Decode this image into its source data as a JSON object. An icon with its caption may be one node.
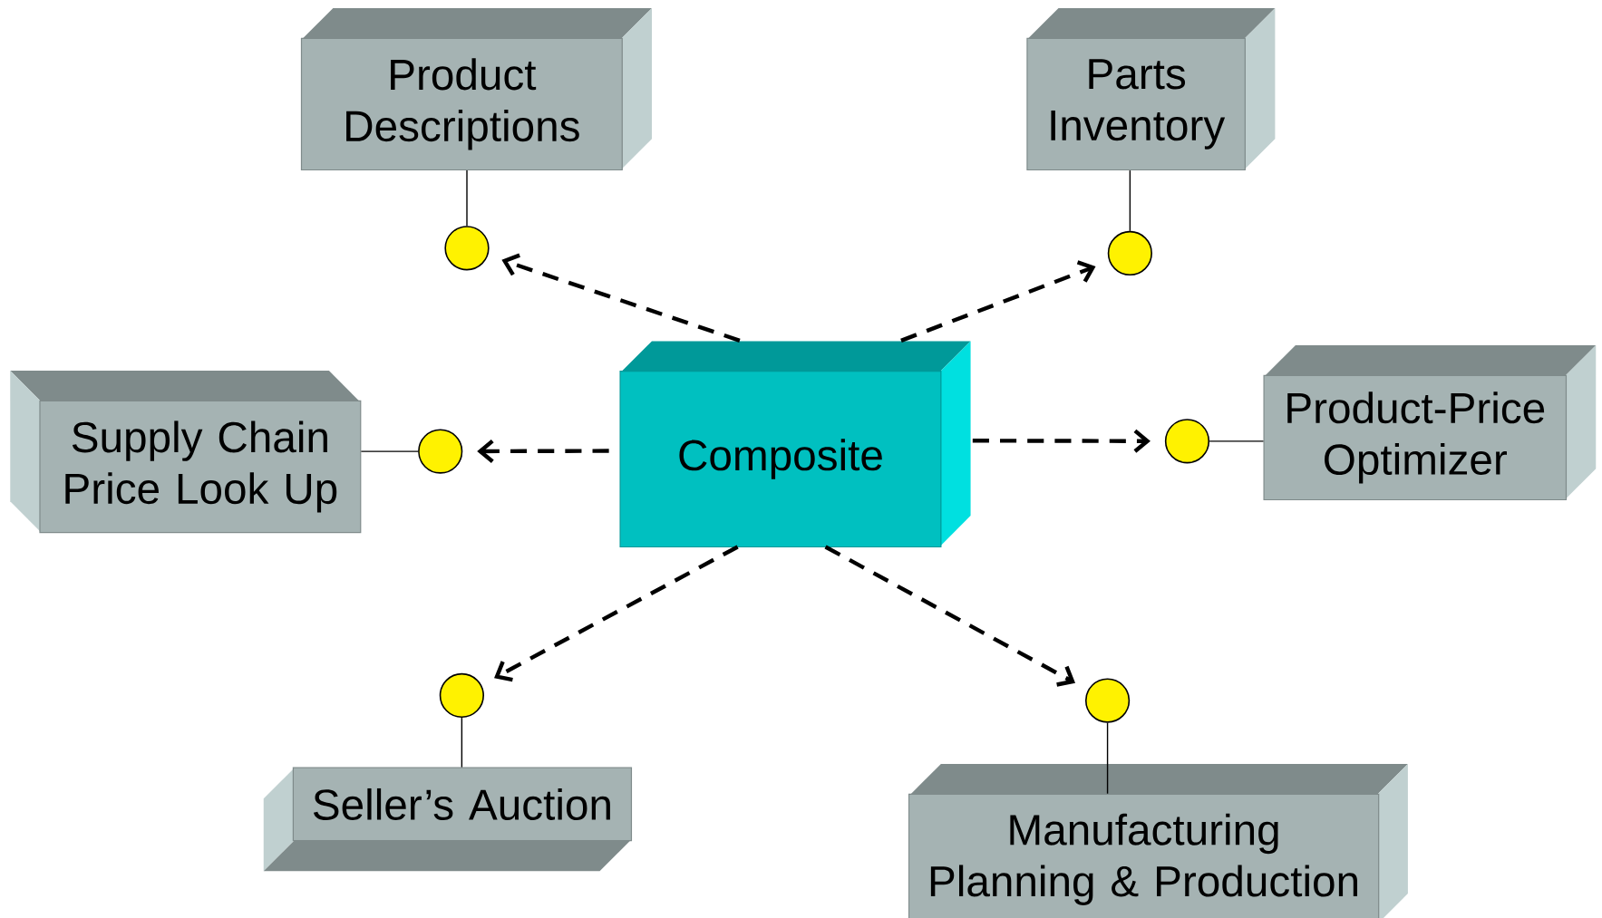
{
  "diagram": {
    "nodes": [
      {
        "text": [
          "Product Descriptions"
        ]
      },
      {
        "text": [
          "Parts Inventory"
        ]
      },
      {
        "text": [],
        "shape": "circle"
      },
      {
        "text": [],
        "shape": "circle"
      },
      {
        "text": [
          "Supply Chain Price Look Up"
        ]
      },
      {
        "text": [],
        "shape": "circle"
      },
      {
        "text": [
          "Composite"
        ]
      },
      {
        "text": [],
        "shape": "circle"
      },
      {
        "text": [
          "Product-Price Optimizer"
        ]
      },
      {
        "text": [],
        "shape": "circle"
      },
      {
        "text": [],
        "shape": "circle"
      },
      {
        "text": [
          "Seller’s Auction"
        ]
      },
      {
        "text": [
          "Manufacturing Planning & Production"
        ]
      }
    ],
    "edges": [
      {
        "from": 6,
        "to": 2,
        "arrow": "to",
        "style": "dashed"
      },
      {
        "from": 6,
        "to": 3,
        "arrow": "to",
        "style": "dashed"
      },
      {
        "from": 6,
        "to": 5,
        "arrow": "to",
        "style": "dashed"
      },
      {
        "from": 6,
        "to": 7,
        "arrow": "to",
        "style": "dashed"
      },
      {
        "from": 6,
        "to": 9,
        "arrow": "to",
        "style": "dashed"
      },
      {
        "from": 6,
        "to": 10,
        "arrow": "to",
        "style": "dashed"
      },
      {
        "from": 0,
        "to": 2,
        "arrow": "none"
      },
      {
        "from": 1,
        "to": 3,
        "arrow": "none"
      },
      {
        "from": 4,
        "to": 5,
        "arrow": "none"
      },
      {
        "from": 8,
        "to": 7,
        "arrow": "none"
      },
      {
        "from": 11,
        "to": 9,
        "arrow": "none"
      },
      {
        "from": 12,
        "to": 10,
        "arrow": "none"
      }
    ]
  }
}
